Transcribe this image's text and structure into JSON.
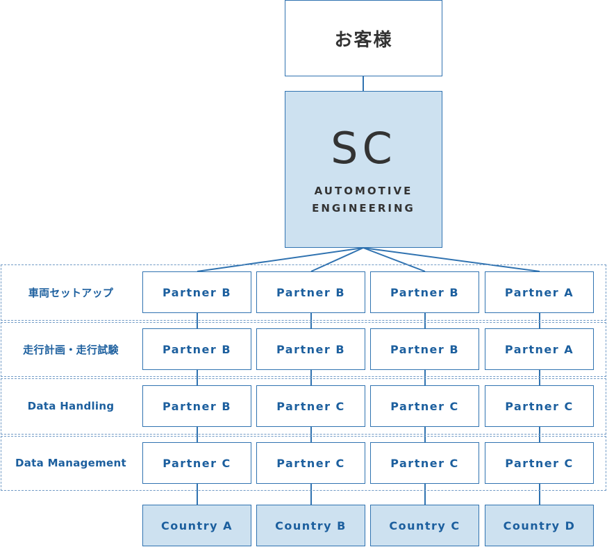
{
  "top": {
    "label": "お客様"
  },
  "sc": {
    "title": "SC",
    "line1": "AUTOMOTIVE",
    "line2": "ENGINEERING"
  },
  "rows": [
    {
      "label": "車両セットアップ",
      "cells": [
        "Partner B",
        "Partner B",
        "Partner B",
        "Partner A"
      ]
    },
    {
      "label": "走行計画・走行試験",
      "cells": [
        "Partner B",
        "Partner B",
        "Partner B",
        "Partner A"
      ]
    },
    {
      "label": "Data Handling",
      "cells": [
        "Partner B",
        "Partner C",
        "Partner C",
        "Partner C"
      ]
    },
    {
      "label": "Data Management",
      "cells": [
        "Partner C",
        "Partner C",
        "Partner C",
        "Partner C"
      ]
    }
  ],
  "countries": [
    "Country A",
    "Country B",
    "Country C",
    "Country D"
  ],
  "colors": {
    "accent": "#1c5f9e",
    "line": "#2f72b0",
    "fill": "#cde1f0",
    "dashed": "#6f99c5"
  }
}
